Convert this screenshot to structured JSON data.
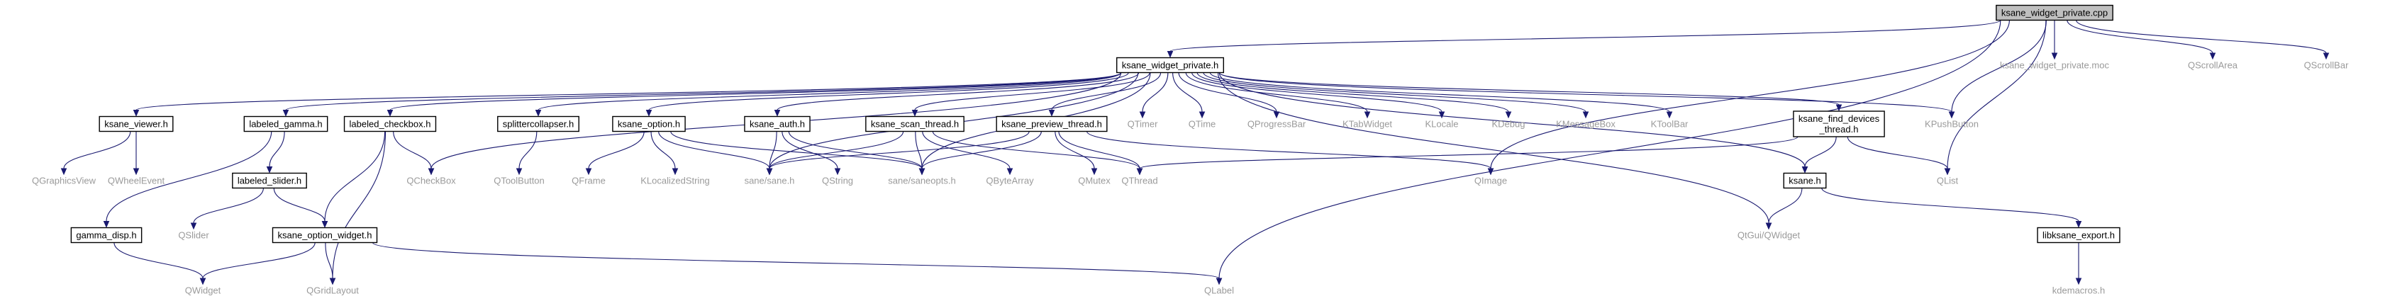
{
  "diagram": {
    "colors": {
      "root_fill": "#bfbfbf",
      "box_stroke": "#000000",
      "box_fill": "#ffffff",
      "leaf_text": "#9a9a9a",
      "node_text": "#000000",
      "edge": "#191970"
    },
    "nodes": [
      {
        "id": "root",
        "label": "ksane_widget_private.cpp",
        "kind": "root"
      },
      {
        "id": "wph",
        "label": "ksane_widget_private.h",
        "kind": "file"
      },
      {
        "id": "moc",
        "label": "ksane_widget_private.moc",
        "kind": "leaf"
      },
      {
        "id": "qscrollarea",
        "label": "QScrollArea",
        "kind": "leaf"
      },
      {
        "id": "qscrollbar",
        "label": "QScrollBar",
        "kind": "leaf"
      },
      {
        "id": "viewer",
        "label": "ksane_viewer.h",
        "kind": "file"
      },
      {
        "id": "lgamma",
        "label": "labeled_gamma.h",
        "kind": "file"
      },
      {
        "id": "lcheck",
        "label": "labeled_checkbox.h",
        "kind": "file"
      },
      {
        "id": "split",
        "label": "splittercollapser.h",
        "kind": "file"
      },
      {
        "id": "option",
        "label": "ksane_option.h",
        "kind": "file"
      },
      {
        "id": "auth",
        "label": "ksane_auth.h",
        "kind": "file"
      },
      {
        "id": "scanthread",
        "label": "ksane_scan_thread.h",
        "kind": "file"
      },
      {
        "id": "prevthread",
        "label": "ksane_preview_thread.h",
        "kind": "file"
      },
      {
        "id": "qtimer",
        "label": "QTimer",
        "kind": "leaf"
      },
      {
        "id": "qtime",
        "label": "QTime",
        "kind": "leaf"
      },
      {
        "id": "qprogress",
        "label": "QProgressBar",
        "kind": "leaf"
      },
      {
        "id": "ktab",
        "label": "KTabWidget",
        "kind": "leaf"
      },
      {
        "id": "klocale",
        "label": "KLocale",
        "kind": "leaf"
      },
      {
        "id": "kdebug",
        "label": "KDebug",
        "kind": "leaf"
      },
      {
        "id": "kmsg",
        "label": "KMessageBox",
        "kind": "leaf"
      },
      {
        "id": "ktoolbar",
        "label": "KToolBar",
        "kind": "leaf"
      },
      {
        "id": "findthread",
        "label": "ksane_find_devices\n_thread.h",
        "kind": "file"
      },
      {
        "id": "kpush",
        "label": "KPushButton",
        "kind": "leaf"
      },
      {
        "id": "qgview",
        "label": "QGraphicsView",
        "kind": "leaf"
      },
      {
        "id": "qwheel",
        "label": "QWheelEvent",
        "kind": "leaf"
      },
      {
        "id": "lslider",
        "label": "labeled_slider.h",
        "kind": "file"
      },
      {
        "id": "qcheckbox",
        "label": "QCheckBox",
        "kind": "leaf"
      },
      {
        "id": "qtoolbutton",
        "label": "QToolButton",
        "kind": "leaf"
      },
      {
        "id": "qframe",
        "label": "QFrame",
        "kind": "leaf"
      },
      {
        "id": "klocstr",
        "label": "KLocalizedString",
        "kind": "leaf"
      },
      {
        "id": "sane",
        "label": "sane/sane.h",
        "kind": "leaf"
      },
      {
        "id": "qstring",
        "label": "QString",
        "kind": "leaf"
      },
      {
        "id": "saneopts",
        "label": "sane/saneopts.h",
        "kind": "leaf"
      },
      {
        "id": "qbytearray",
        "label": "QByteArray",
        "kind": "leaf"
      },
      {
        "id": "qmutex",
        "label": "QMutex",
        "kind": "leaf"
      },
      {
        "id": "qthread",
        "label": "QThread",
        "kind": "leaf"
      },
      {
        "id": "qimage",
        "label": "QImage",
        "kind": "leaf"
      },
      {
        "id": "ksaneh",
        "label": "ksane.h",
        "kind": "file"
      },
      {
        "id": "qlist",
        "label": "QList",
        "kind": "leaf"
      },
      {
        "id": "gammadisp",
        "label": "gamma_disp.h",
        "kind": "file"
      },
      {
        "id": "qslider",
        "label": "QSlider",
        "kind": "leaf"
      },
      {
        "id": "optwidget",
        "label": "ksane_option_widget.h",
        "kind": "file"
      },
      {
        "id": "qtgui",
        "label": "QtGui/QWidget",
        "kind": "leaf"
      },
      {
        "id": "libexport",
        "label": "libksane_export.h",
        "kind": "file"
      },
      {
        "id": "qwidget",
        "label": "QWidget",
        "kind": "leaf"
      },
      {
        "id": "qgrid",
        "label": "QGridLayout",
        "kind": "leaf"
      },
      {
        "id": "qlabel",
        "label": "QLabel",
        "kind": "leaf"
      },
      {
        "id": "kdemacros",
        "label": "kdemacros.h",
        "kind": "leaf"
      }
    ],
    "edges": [
      [
        "root",
        "wph"
      ],
      [
        "root",
        "moc"
      ],
      [
        "root",
        "qscrollarea"
      ],
      [
        "root",
        "qscrollbar"
      ],
      [
        "root",
        "kpush"
      ],
      [
        "root",
        "qimage"
      ],
      [
        "root",
        "qlist"
      ],
      [
        "root",
        "qlabel"
      ],
      [
        "wph",
        "viewer"
      ],
      [
        "wph",
        "lgamma"
      ],
      [
        "wph",
        "lcheck"
      ],
      [
        "wph",
        "split"
      ],
      [
        "wph",
        "option"
      ],
      [
        "wph",
        "auth"
      ],
      [
        "wph",
        "scanthread"
      ],
      [
        "wph",
        "prevthread"
      ],
      [
        "wph",
        "qtimer"
      ],
      [
        "wph",
        "qtime"
      ],
      [
        "wph",
        "qprogress"
      ],
      [
        "wph",
        "ktab"
      ],
      [
        "wph",
        "klocale"
      ],
      [
        "wph",
        "kdebug"
      ],
      [
        "wph",
        "kmsg"
      ],
      [
        "wph",
        "ktoolbar"
      ],
      [
        "wph",
        "findthread"
      ],
      [
        "wph",
        "kpush"
      ],
      [
        "wph",
        "qcheckbox"
      ],
      [
        "wph",
        "sane"
      ],
      [
        "wph",
        "saneopts"
      ],
      [
        "wph",
        "ksaneh"
      ],
      [
        "wph",
        "qtgui"
      ],
      [
        "viewer",
        "qgview"
      ],
      [
        "viewer",
        "qwheel"
      ],
      [
        "lgamma",
        "lslider"
      ],
      [
        "lgamma",
        "gammadisp"
      ],
      [
        "lcheck",
        "qcheckbox"
      ],
      [
        "lcheck",
        "optwidget"
      ],
      [
        "lcheck",
        "qgrid"
      ],
      [
        "split",
        "qtoolbutton"
      ],
      [
        "option",
        "qframe"
      ],
      [
        "option",
        "klocstr"
      ],
      [
        "option",
        "sane"
      ],
      [
        "option",
        "saneopts"
      ],
      [
        "auth",
        "sane"
      ],
      [
        "auth",
        "qstring"
      ],
      [
        "auth",
        "saneopts"
      ],
      [
        "scanthread",
        "sane"
      ],
      [
        "scanthread",
        "saneopts"
      ],
      [
        "scanthread",
        "qbytearray"
      ],
      [
        "scanthread",
        "qthread"
      ],
      [
        "prevthread",
        "sane"
      ],
      [
        "prevthread",
        "saneopts"
      ],
      [
        "prevthread",
        "qmutex"
      ],
      [
        "prevthread",
        "qthread"
      ],
      [
        "prevthread",
        "qimage"
      ],
      [
        "findthread",
        "qthread"
      ],
      [
        "findthread",
        "ksaneh"
      ],
      [
        "findthread",
        "qlist"
      ],
      [
        "lslider",
        "qslider"
      ],
      [
        "lslider",
        "optwidget"
      ],
      [
        "gammadisp",
        "qwidget"
      ],
      [
        "optwidget",
        "qwidget"
      ],
      [
        "optwidget",
        "qgrid"
      ],
      [
        "optwidget",
        "qlabel"
      ],
      [
        "ksaneh",
        "qtgui"
      ],
      [
        "ksaneh",
        "libexport"
      ],
      [
        "libexport",
        "kdemacros"
      ]
    ]
  }
}
